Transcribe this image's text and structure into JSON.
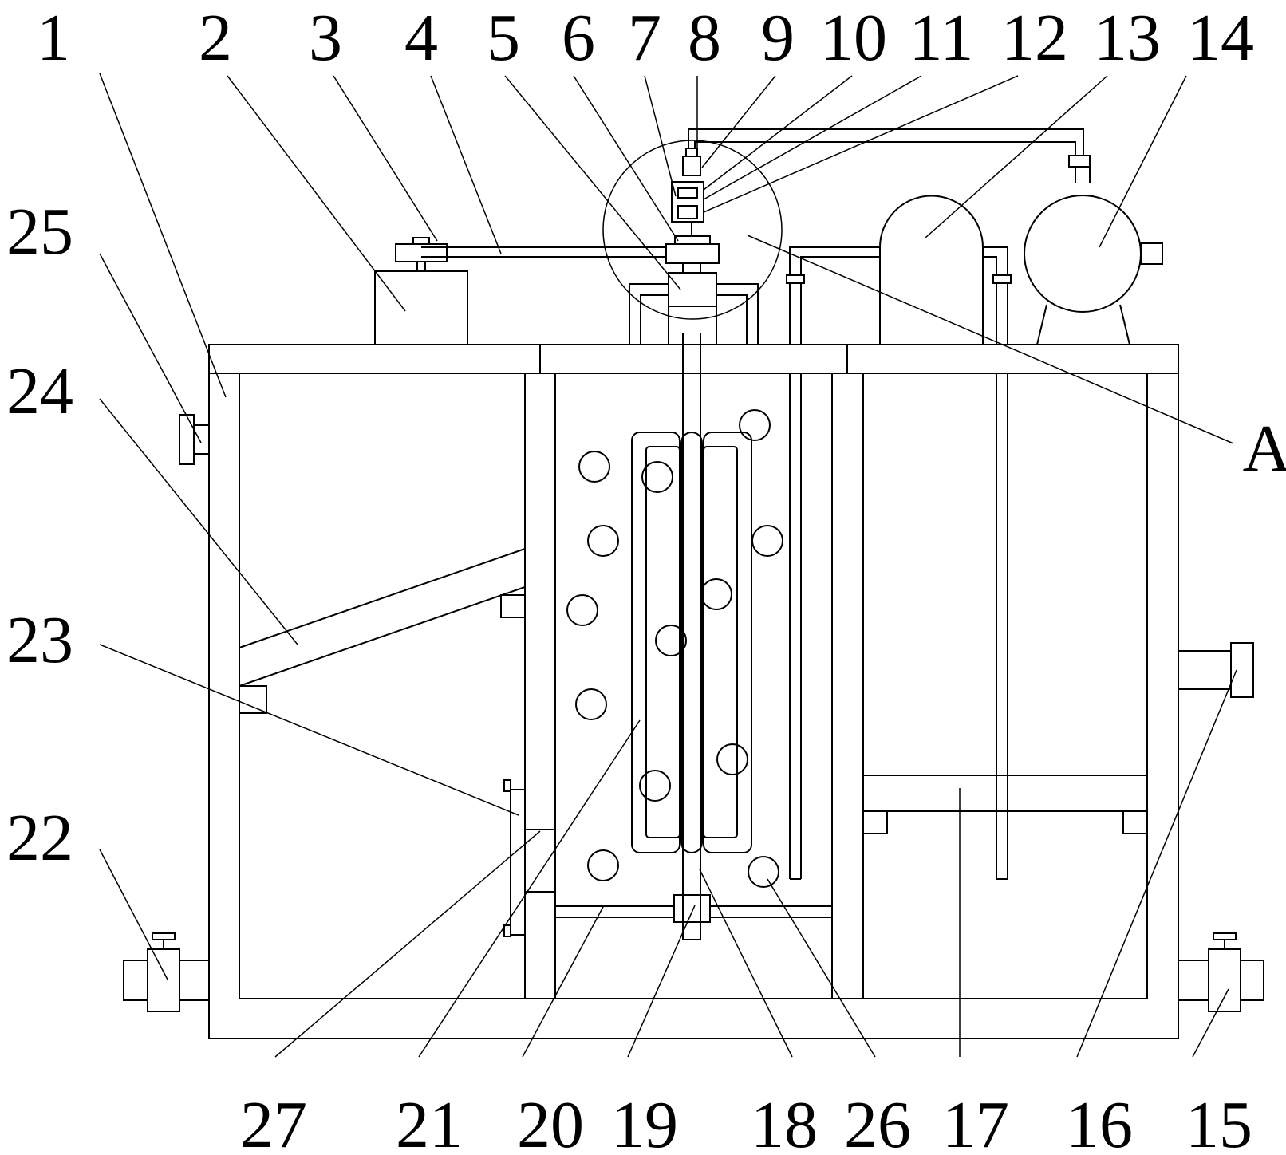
{
  "figure": {
    "labels": [
      {
        "id": "1",
        "text": "1"
      },
      {
        "id": "2",
        "text": "2"
      },
      {
        "id": "3",
        "text": "3"
      },
      {
        "id": "4",
        "text": "4"
      },
      {
        "id": "5",
        "text": "5"
      },
      {
        "id": "6",
        "text": "6"
      },
      {
        "id": "7",
        "text": "7"
      },
      {
        "id": "8",
        "text": "8"
      },
      {
        "id": "9",
        "text": "9"
      },
      {
        "id": "10",
        "text": "10"
      },
      {
        "id": "11",
        "text": "11"
      },
      {
        "id": "12",
        "text": "12"
      },
      {
        "id": "13",
        "text": "13"
      },
      {
        "id": "14",
        "text": "14"
      },
      {
        "id": "15",
        "text": "15"
      },
      {
        "id": "16",
        "text": "16"
      },
      {
        "id": "17",
        "text": "17"
      },
      {
        "id": "18",
        "text": "18"
      },
      {
        "id": "19",
        "text": "19"
      },
      {
        "id": "20",
        "text": "20"
      },
      {
        "id": "21",
        "text": "21"
      },
      {
        "id": "22",
        "text": "22"
      },
      {
        "id": "23",
        "text": "23"
      },
      {
        "id": "24",
        "text": "24"
      },
      {
        "id": "25",
        "text": "25"
      },
      {
        "id": "26",
        "text": "26"
      },
      {
        "id": "27",
        "text": "27"
      },
      {
        "id": "A",
        "text": "A"
      }
    ]
  }
}
